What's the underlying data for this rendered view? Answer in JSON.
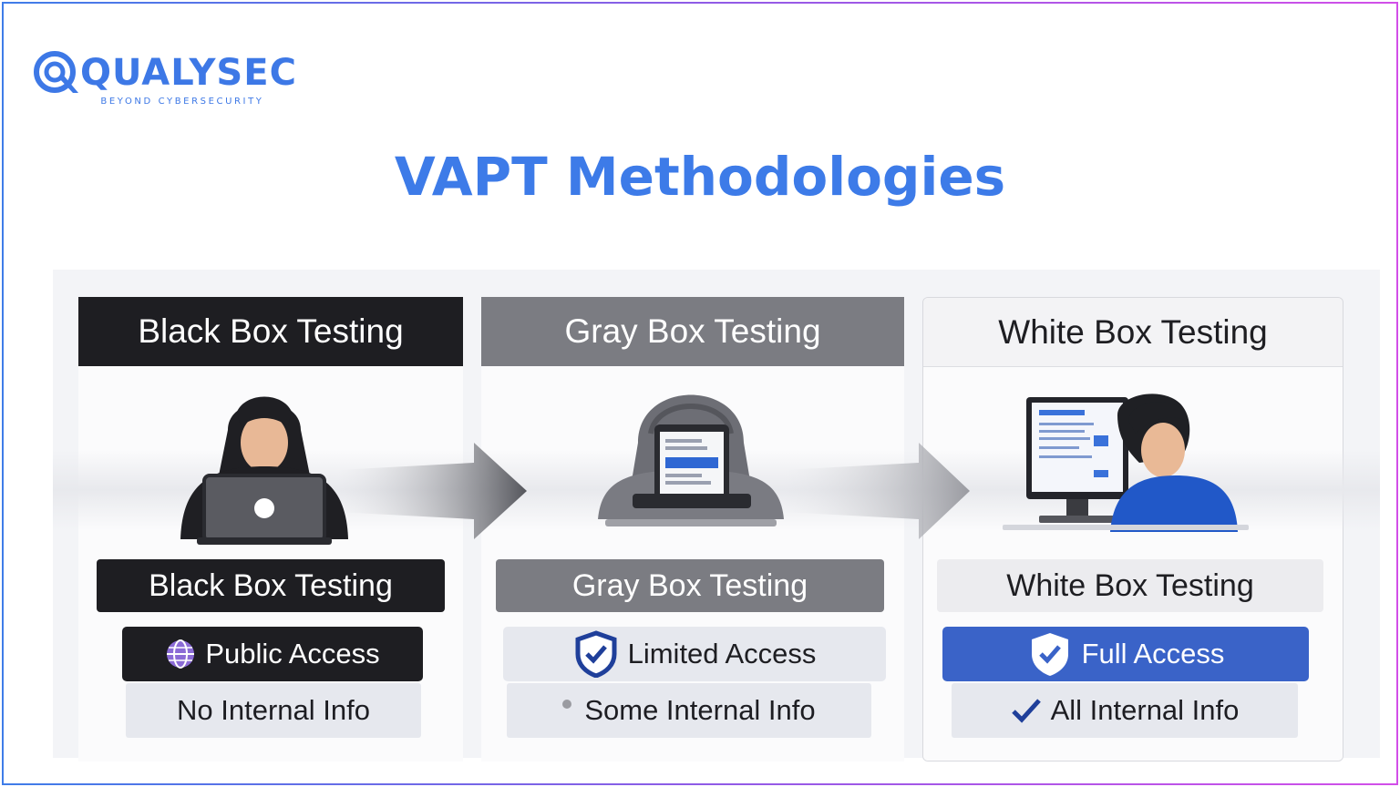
{
  "logo": {
    "word": "QUALYSEC",
    "tagline": "BEYOND CYBERSECURITY",
    "color": "#3d78e6"
  },
  "title": "VAPT Methodologies",
  "columns": [
    {
      "header": "Black Box Testing",
      "label": "Black Box Testing",
      "access": "Public Access",
      "info": "No Internal Info",
      "access_icon": "globe-icon",
      "figure": "hooded-hacker-with-laptop"
    },
    {
      "header": "Gray Box Testing",
      "label": "Gray Box Testing",
      "access": "Limited Access",
      "info": "Some Internal Info",
      "access_icon": "shield-check-icon",
      "figure": "hooded-figure-with-tablet"
    },
    {
      "header": "White Box Testing",
      "label": "White Box Testing",
      "access": "Full Access",
      "info": "All Internal Info",
      "access_icon": "shield-check-icon",
      "info_icon": "checkmark-icon",
      "figure": "person-at-computer"
    }
  ],
  "colors": {
    "black": "#1e1e22",
    "gray": "#7b7c82",
    "white_header": "#f3f3f5",
    "blue_pill": "#3a63c8",
    "title": "#3d7be8"
  }
}
